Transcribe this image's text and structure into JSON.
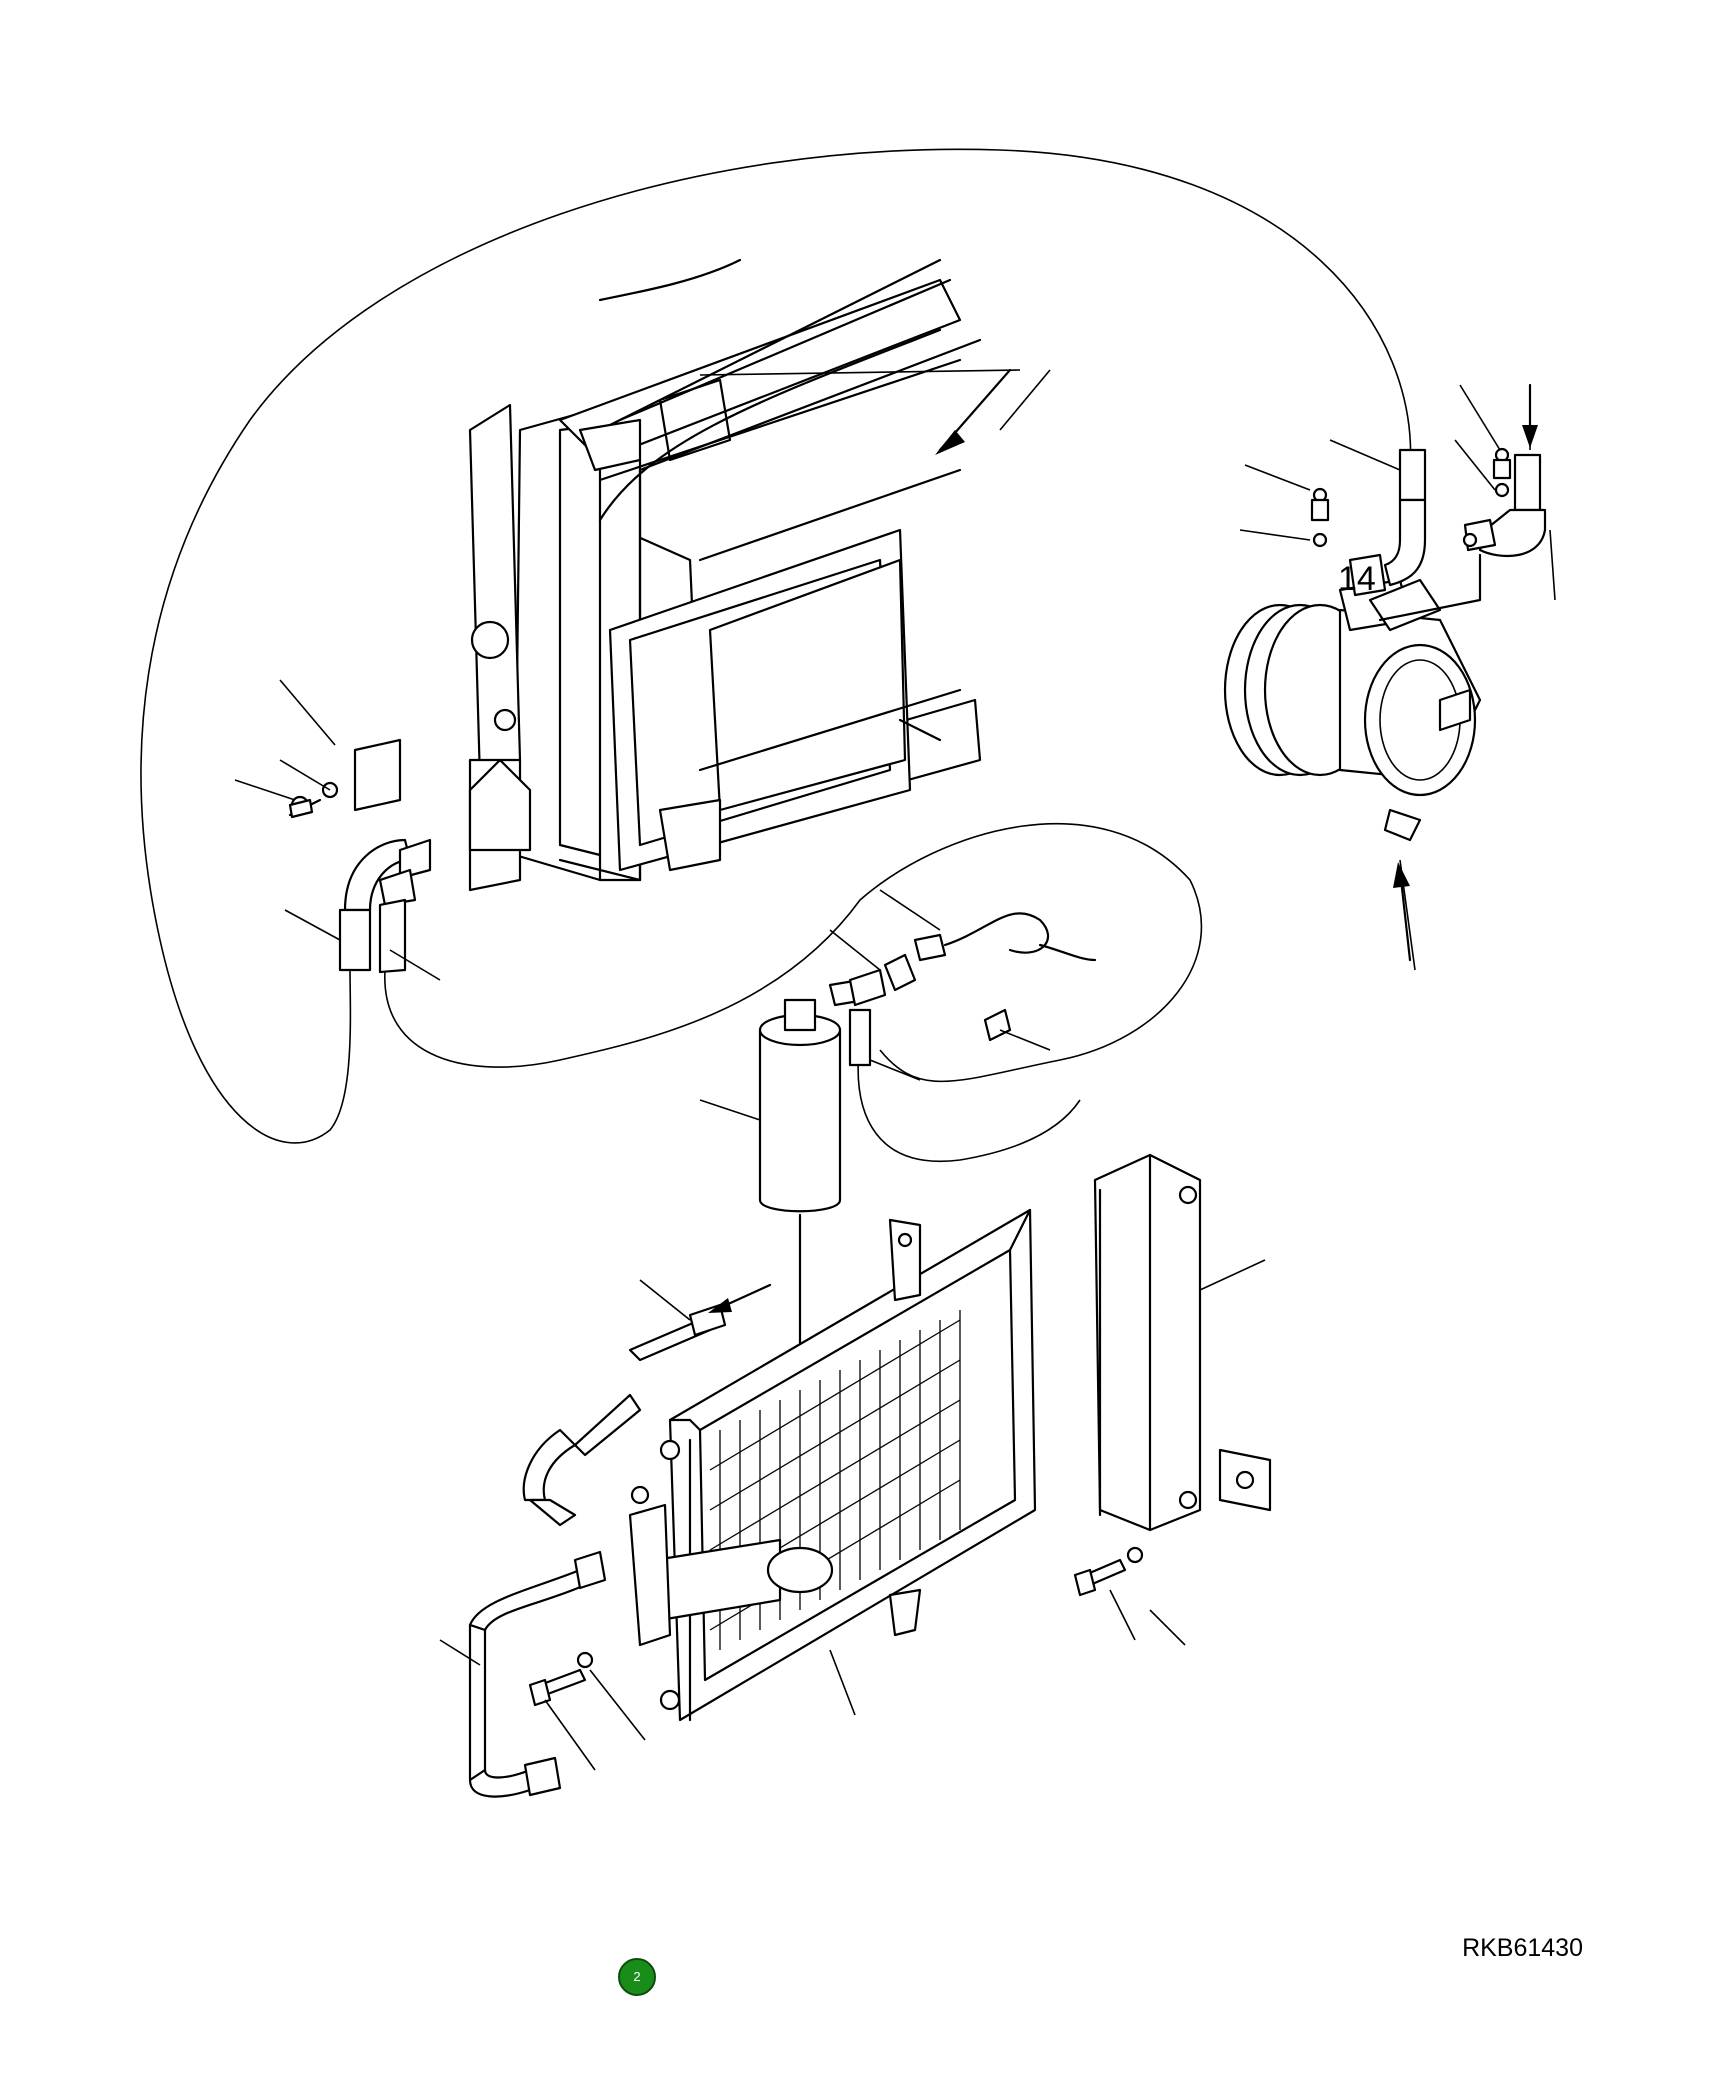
{
  "figure": {
    "drawing_code": "RKB61430",
    "part_reference": "14",
    "page_marker": "2",
    "accent_color": "#1a8c1a"
  },
  "parts": [
    {
      "name": "heater-unit"
    },
    {
      "name": "expansion-valve-cover"
    },
    {
      "name": "hose-fittings-evaporator"
    },
    {
      "name": "compressor"
    },
    {
      "name": "suction-and-discharge-hoses"
    },
    {
      "name": "pressure-switch"
    },
    {
      "name": "receiver-drier"
    },
    {
      "name": "condenser"
    },
    {
      "name": "condenser-bracket"
    },
    {
      "name": "condenser-hoses"
    },
    {
      "name": "bolts-and-washers"
    }
  ]
}
